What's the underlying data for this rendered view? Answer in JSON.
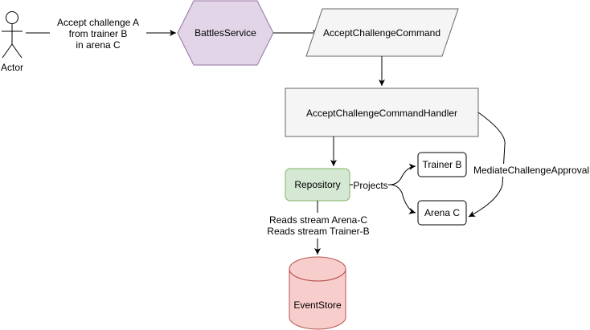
{
  "actor": {
    "label": "Actor"
  },
  "edges": {
    "actor_to_service": [
      "Accept challenge A",
      "from trainer B",
      "in arena C"
    ],
    "repository_projects": "Projects",
    "handler_mediate": "MediateChallengeApproval",
    "repository_reads": [
      "Reads stream Arena-C",
      "Reads stream Trainer-B"
    ]
  },
  "nodes": {
    "battles_service": "BattlesService",
    "accept_challenge_command": "AcceptChallengeCommand",
    "handler": "AcceptChallengeCommandHandler",
    "repository": "Repository",
    "trainer_b": "Trainer B",
    "arena_c": "Arena C",
    "event_store": "EventStore"
  },
  "colors": {
    "service_fill": "#e1d5e7",
    "service_stroke": "#9673a6",
    "command_fill": "#f5f5f5",
    "command_stroke": "#666666",
    "repository_fill": "#d5e8d4",
    "repository_stroke": "#82b366",
    "store_fill": "#f8cecc",
    "store_stroke": "#b85450"
  }
}
